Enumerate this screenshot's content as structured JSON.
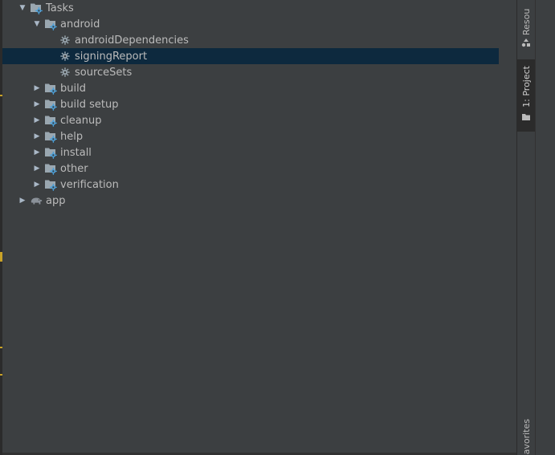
{
  "tree": {
    "rows": [
      {
        "label": "Tasks",
        "level": 1,
        "arrow": "expanded",
        "icon": "folder-gear-icon",
        "selected": false
      },
      {
        "label": "android",
        "level": 2,
        "arrow": "expanded",
        "icon": "folder-gear-icon",
        "selected": false
      },
      {
        "label": "androidDependencies",
        "level": 3,
        "arrow": "none",
        "icon": "gear-icon",
        "selected": false
      },
      {
        "label": "signingReport",
        "level": 3,
        "arrow": "none",
        "icon": "gear-icon",
        "selected": true
      },
      {
        "label": "sourceSets",
        "level": 3,
        "arrow": "none",
        "icon": "gear-icon",
        "selected": false
      },
      {
        "label": "build",
        "level": 2,
        "arrow": "collapsed",
        "icon": "folder-gear-icon",
        "selected": false
      },
      {
        "label": "build setup",
        "level": 2,
        "arrow": "collapsed",
        "icon": "folder-gear-icon",
        "selected": false
      },
      {
        "label": "cleanup",
        "level": 2,
        "arrow": "collapsed",
        "icon": "folder-gear-icon",
        "selected": false
      },
      {
        "label": "help",
        "level": 2,
        "arrow": "collapsed",
        "icon": "folder-gear-icon",
        "selected": false
      },
      {
        "label": "install",
        "level": 2,
        "arrow": "collapsed",
        "icon": "folder-gear-icon",
        "selected": false
      },
      {
        "label": "other",
        "level": 2,
        "arrow": "collapsed",
        "icon": "folder-gear-icon",
        "selected": false
      },
      {
        "label": "verification",
        "level": 2,
        "arrow": "collapsed",
        "icon": "folder-gear-icon",
        "selected": false
      },
      {
        "label": "app",
        "level": 0,
        "arrow": "collapsed",
        "icon": "gradle-elephant-icon",
        "selected": false
      }
    ]
  },
  "side_tabs": {
    "resource_manager": "Resou",
    "project": "1: Project",
    "favorites": "avorites"
  },
  "colors": {
    "panel_bg": "#3c3f41",
    "selection_bg": "#0d293e",
    "text": "#bbbbbb",
    "gutter_mark": "#c9a227",
    "gear_blue": "#4a9fd8"
  }
}
